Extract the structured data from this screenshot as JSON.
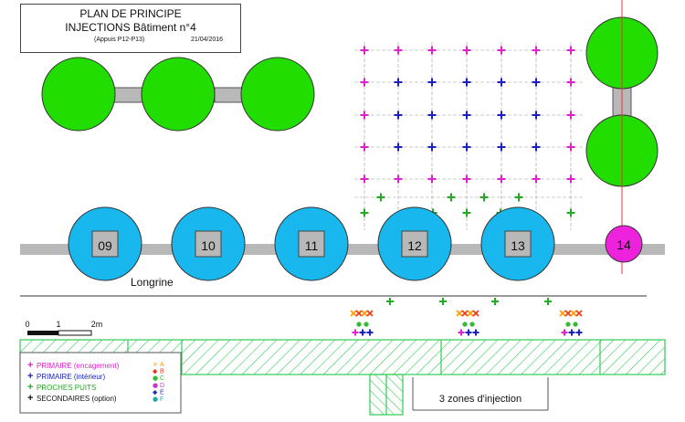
{
  "title": {
    "line1": "PLAN DE PRINCIPE",
    "line2": "INJECTIONS Bâtiment n°4",
    "subtitle": "(Appuis P12-P13)",
    "date": "21/04/2016"
  },
  "piles": [
    "09",
    "10",
    "11",
    "12",
    "13",
    "14"
  ],
  "beam_label": "Longrine",
  "zones_label": "3 zones d'injection",
  "scale": {
    "labels": [
      "0",
      "1",
      "2m"
    ]
  },
  "colors": {
    "tree": "#22dd00",
    "pile_blue": "#18b8ee",
    "pile_magenta": "#ee22dd",
    "primaire_engagement": "#dd22cc",
    "primaire_interieur": "#1a22bb",
    "proches_puits": "#22aa22",
    "secondaires": "#111111",
    "hatch": "#33cc55",
    "beam": "#b8b8b8"
  },
  "legend": {
    "items": [
      {
        "text": "PRIMAIRE (encagement)",
        "symbol": "+",
        "color": "#dd22cc"
      },
      {
        "text": "PRIMAIRE (intérieur)",
        "symbol": "+",
        "color": "#1a22bb"
      },
      {
        "text": "PROCHES PUITS",
        "symbol": "+",
        "color": "#22aa22"
      },
      {
        "text": "SECONDAIRES (option)",
        "symbol": "+",
        "color": "#111111"
      }
    ],
    "letters": [
      {
        "letter": "A",
        "symbol": "×",
        "color": "#ff9900"
      },
      {
        "letter": "B",
        "symbol": "◆",
        "color": "#ee3311"
      },
      {
        "letter": "C",
        "symbol": "●",
        "color": "#33bb33"
      },
      {
        "letter": "D",
        "symbol": "●",
        "color": "#cc33cc"
      },
      {
        "letter": "E",
        "symbol": "◆",
        "color": "#2233aa"
      },
      {
        "letter": "F",
        "symbol": "●",
        "color": "#22aaaa"
      }
    ]
  }
}
